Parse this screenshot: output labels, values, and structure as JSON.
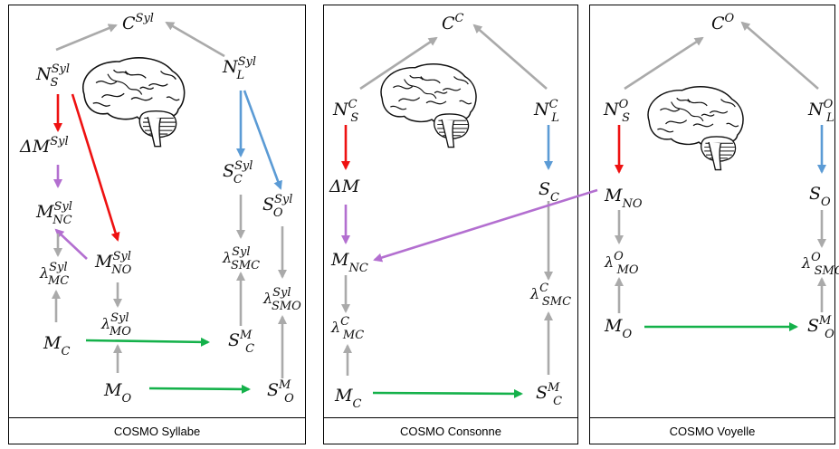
{
  "panels": [
    {
      "id": "syl",
      "footer": "COSMO Syllabe"
    },
    {
      "id": "cons",
      "footer": "COSMO Consonne"
    },
    {
      "id": "voy",
      "footer": "COSMO Voyelle"
    }
  ],
  "colors": {
    "gray_arrow": "#aaaaaa",
    "red_arrow": "#ee1111",
    "blue_arrow": "#5b9bd5",
    "purple_arrow": "#b36fd0",
    "green_arrow": "#14b14a"
  },
  "nodes": {
    "syl": {
      "C": {
        "base": "C",
        "sup": "Syl",
        "sub": ""
      },
      "NS": {
        "base": "N",
        "sup": "Syl",
        "sub": "S"
      },
      "NL": {
        "base": "N",
        "sup": "Syl",
        "sub": "L"
      },
      "dM": {
        "base": "ΔM",
        "sup": "Syl",
        "sub": ""
      },
      "MNC": {
        "base": "M",
        "sup": "Syl",
        "sub": "NC"
      },
      "MNO": {
        "base": "M",
        "sup": "Syl",
        "sub": "NO"
      },
      "lMC": {
        "base": "λ",
        "sup": "Syl",
        "sub": "MC"
      },
      "lMO": {
        "base": "λ",
        "sup": "Syl",
        "sub": "MO"
      },
      "MC": {
        "base": "M",
        "sup": "",
        "sub": "C"
      },
      "MO": {
        "base": "M",
        "sup": "",
        "sub": "O"
      },
      "SC": {
        "base": "S",
        "sup": "Syl",
        "sub": "C"
      },
      "SO": {
        "base": "S",
        "sup": "Syl",
        "sub": "O"
      },
      "lSMC": {
        "base": "λ",
        "sup": "Syl",
        "sub": "SMC"
      },
      "lSMO": {
        "base": "λ",
        "sup": "Syl",
        "sub": "SMO"
      },
      "SCM": {
        "base": "S",
        "sup": "M",
        "sub": "C"
      },
      "SOM": {
        "base": "S",
        "sup": "M",
        "sub": "O"
      }
    },
    "cons": {
      "C": {
        "base": "C",
        "sup": "C",
        "sub": ""
      },
      "NS": {
        "base": "N",
        "sup": "C",
        "sub": "S"
      },
      "NL": {
        "base": "N",
        "sup": "C",
        "sub": "L"
      },
      "dM": {
        "base": "ΔM",
        "sup": "",
        "sub": ""
      },
      "MNC": {
        "base": "M",
        "sup": "",
        "sub": "NC"
      },
      "lMC": {
        "base": "λ",
        "sup": "C",
        "sub": "MC"
      },
      "MC": {
        "base": "M",
        "sup": "",
        "sub": "C"
      },
      "SC": {
        "base": "S",
        "sup": "",
        "sub": "C"
      },
      "lSMC": {
        "base": "λ",
        "sup": "C",
        "sub": "SMC"
      },
      "SCM": {
        "base": "S",
        "sup": "M",
        "sub": "C"
      }
    },
    "voy": {
      "C": {
        "base": "C",
        "sup": "O",
        "sub": ""
      },
      "NS": {
        "base": "N",
        "sup": "O",
        "sub": "S"
      },
      "NL": {
        "base": "N",
        "sup": "O",
        "sub": "L"
      },
      "MNO": {
        "base": "M",
        "sup": "",
        "sub": "NO"
      },
      "lMO": {
        "base": "λ",
        "sup": "O",
        "sub": "MO"
      },
      "MO": {
        "base": "M",
        "sup": "",
        "sub": "O"
      },
      "SO": {
        "base": "S",
        "sup": "",
        "sub": "O"
      },
      "lSMO": {
        "base": "λ",
        "sup": "O",
        "sub": "SMO"
      },
      "SOM": {
        "base": "S",
        "sup": "M",
        "sub": "O"
      }
    }
  }
}
